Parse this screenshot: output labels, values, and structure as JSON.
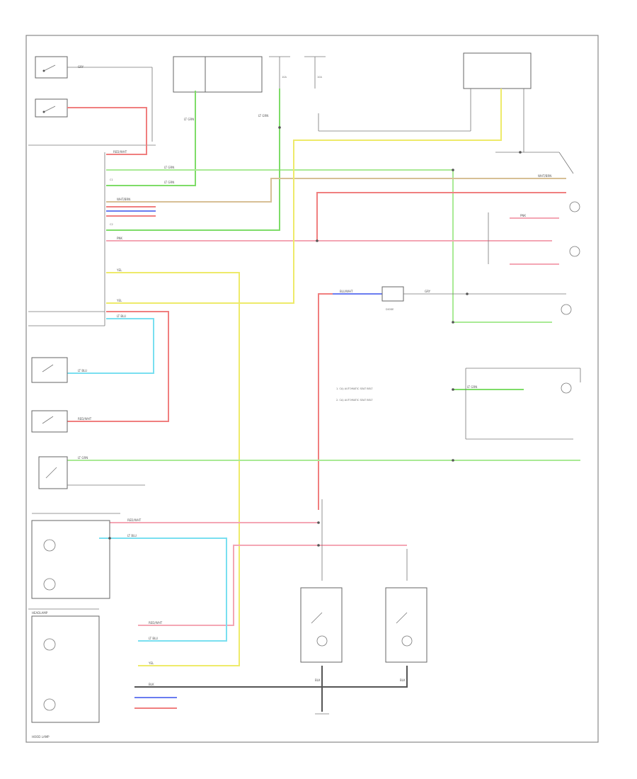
{
  "diagram": {
    "corner_label": "HOOD LAMP",
    "left_header": "HEADLAMP",
    "colors": {
      "red": "#f07f7f",
      "pink": "#f4a6b4",
      "green": "#7edc68",
      "yellow": "#eeea6a",
      "cyan": "#79dff0",
      "blue": "#6a7cf0",
      "tan": "#d7bf95",
      "dark": "#555555"
    },
    "wire_codes": {
      "gray": "GRY",
      "red_wht": "RED/WHT",
      "ltgrn": "LT GRN",
      "yel": "YEL",
      "blk": "BLK",
      "pnk": "PNK",
      "ltblu": "LT BLU",
      "blu_wht": "BLU/WHT",
      "whtbrn": "WHT/BRN"
    },
    "small": {
      "fuse": "10A",
      "diode": "DIODE",
      "c1": "C1",
      "c2": "C2",
      "note1": "1. CA) AUTOMATIC SEAT BELT",
      "note2": "2. CA) AUTOMATIC SEAT BELT"
    }
  }
}
